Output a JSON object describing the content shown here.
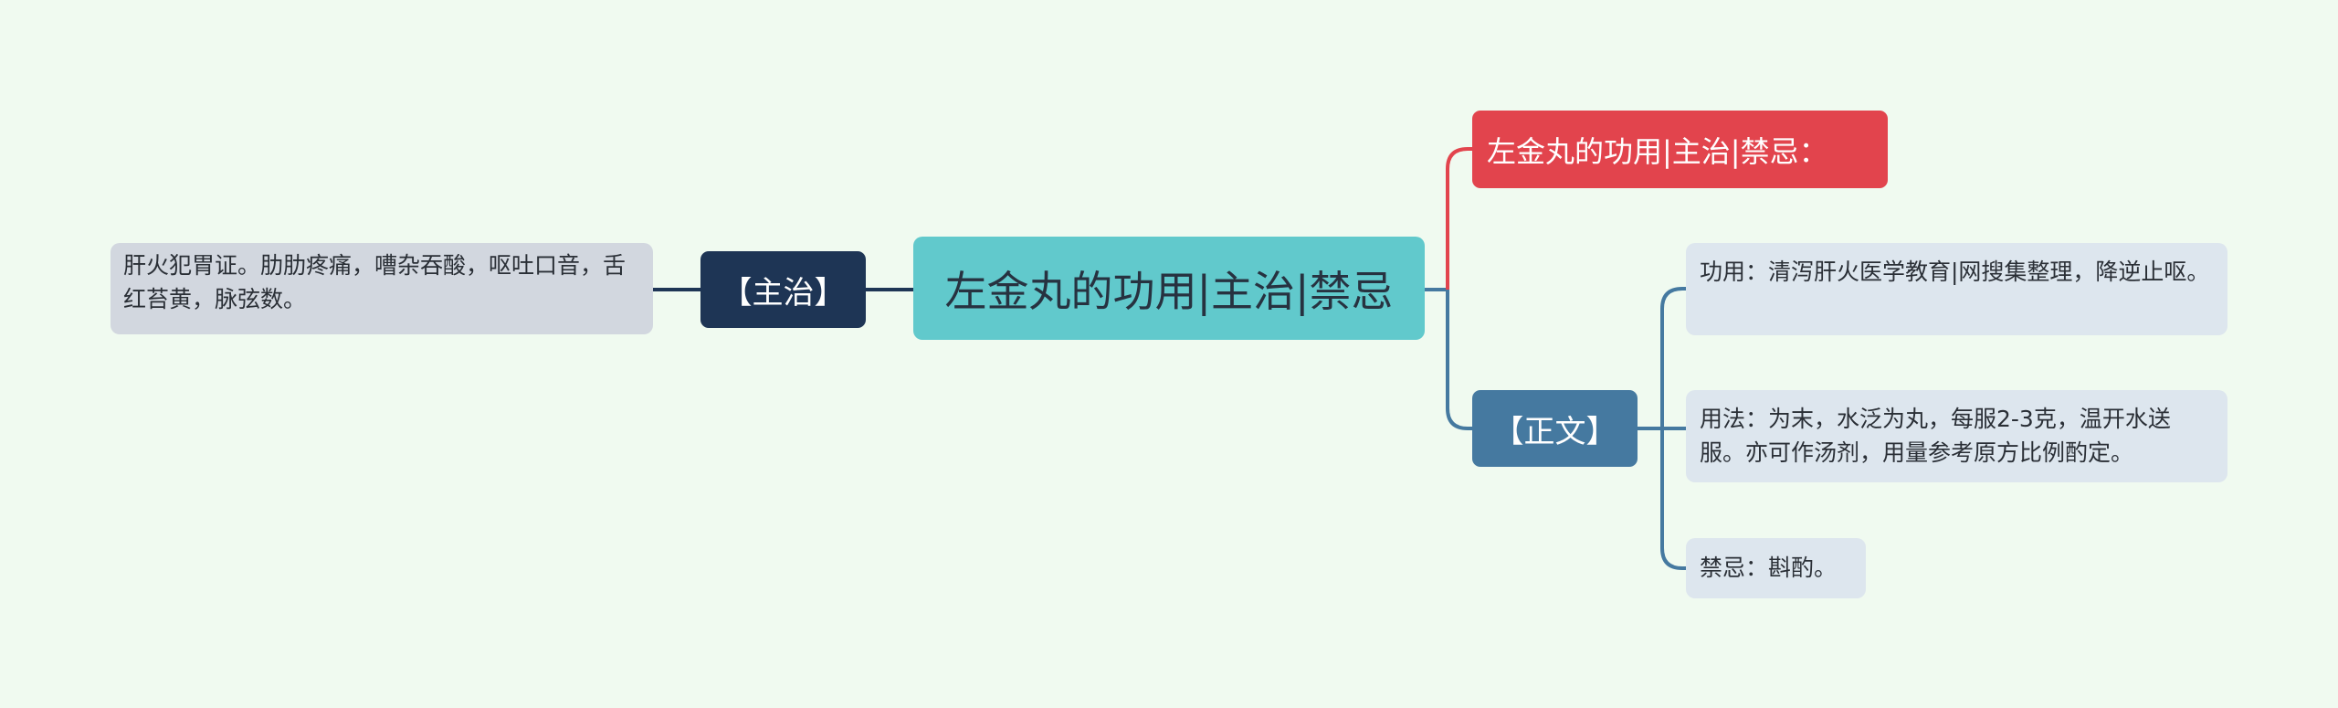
{
  "mindmap": {
    "center": {
      "label": "左金丸的功用|主治|禁忌"
    },
    "left_branch": {
      "label": "【主治】",
      "leaf": "肝火犯胃证。肋肋疼痛，嘈杂吞酸，呕吐口音，舌红苔黄，脉弦数。"
    },
    "right_top": {
      "label": "左金丸的功用|主治|禁忌："
    },
    "right_branch": {
      "label": "【正文】",
      "leaves": [
        "功用：清泻肝火医学教育|网搜集整理，降逆止呕。",
        "用法：为末，水泛为丸，每服2-3克，温开水送服。亦可作汤剂，用量参考原方比例酌定。",
        "禁忌：斟酌。"
      ]
    },
    "colors": {
      "background": "#f0faf0",
      "center": "#61c9cc",
      "left_branch": "#1e3555",
      "red_branch": "#e2444d",
      "blue_branch": "#4579a0",
      "leaf": "#dde6ee",
      "left_leaf": "#d2d7df"
    }
  }
}
